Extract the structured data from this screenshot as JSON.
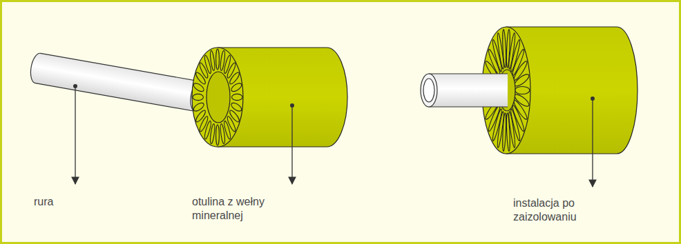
{
  "diagram": {
    "labels": [
      "rura",
      "otulina z wełny mineralnej",
      "instalacja po zaizolowaniu"
    ]
  }
}
